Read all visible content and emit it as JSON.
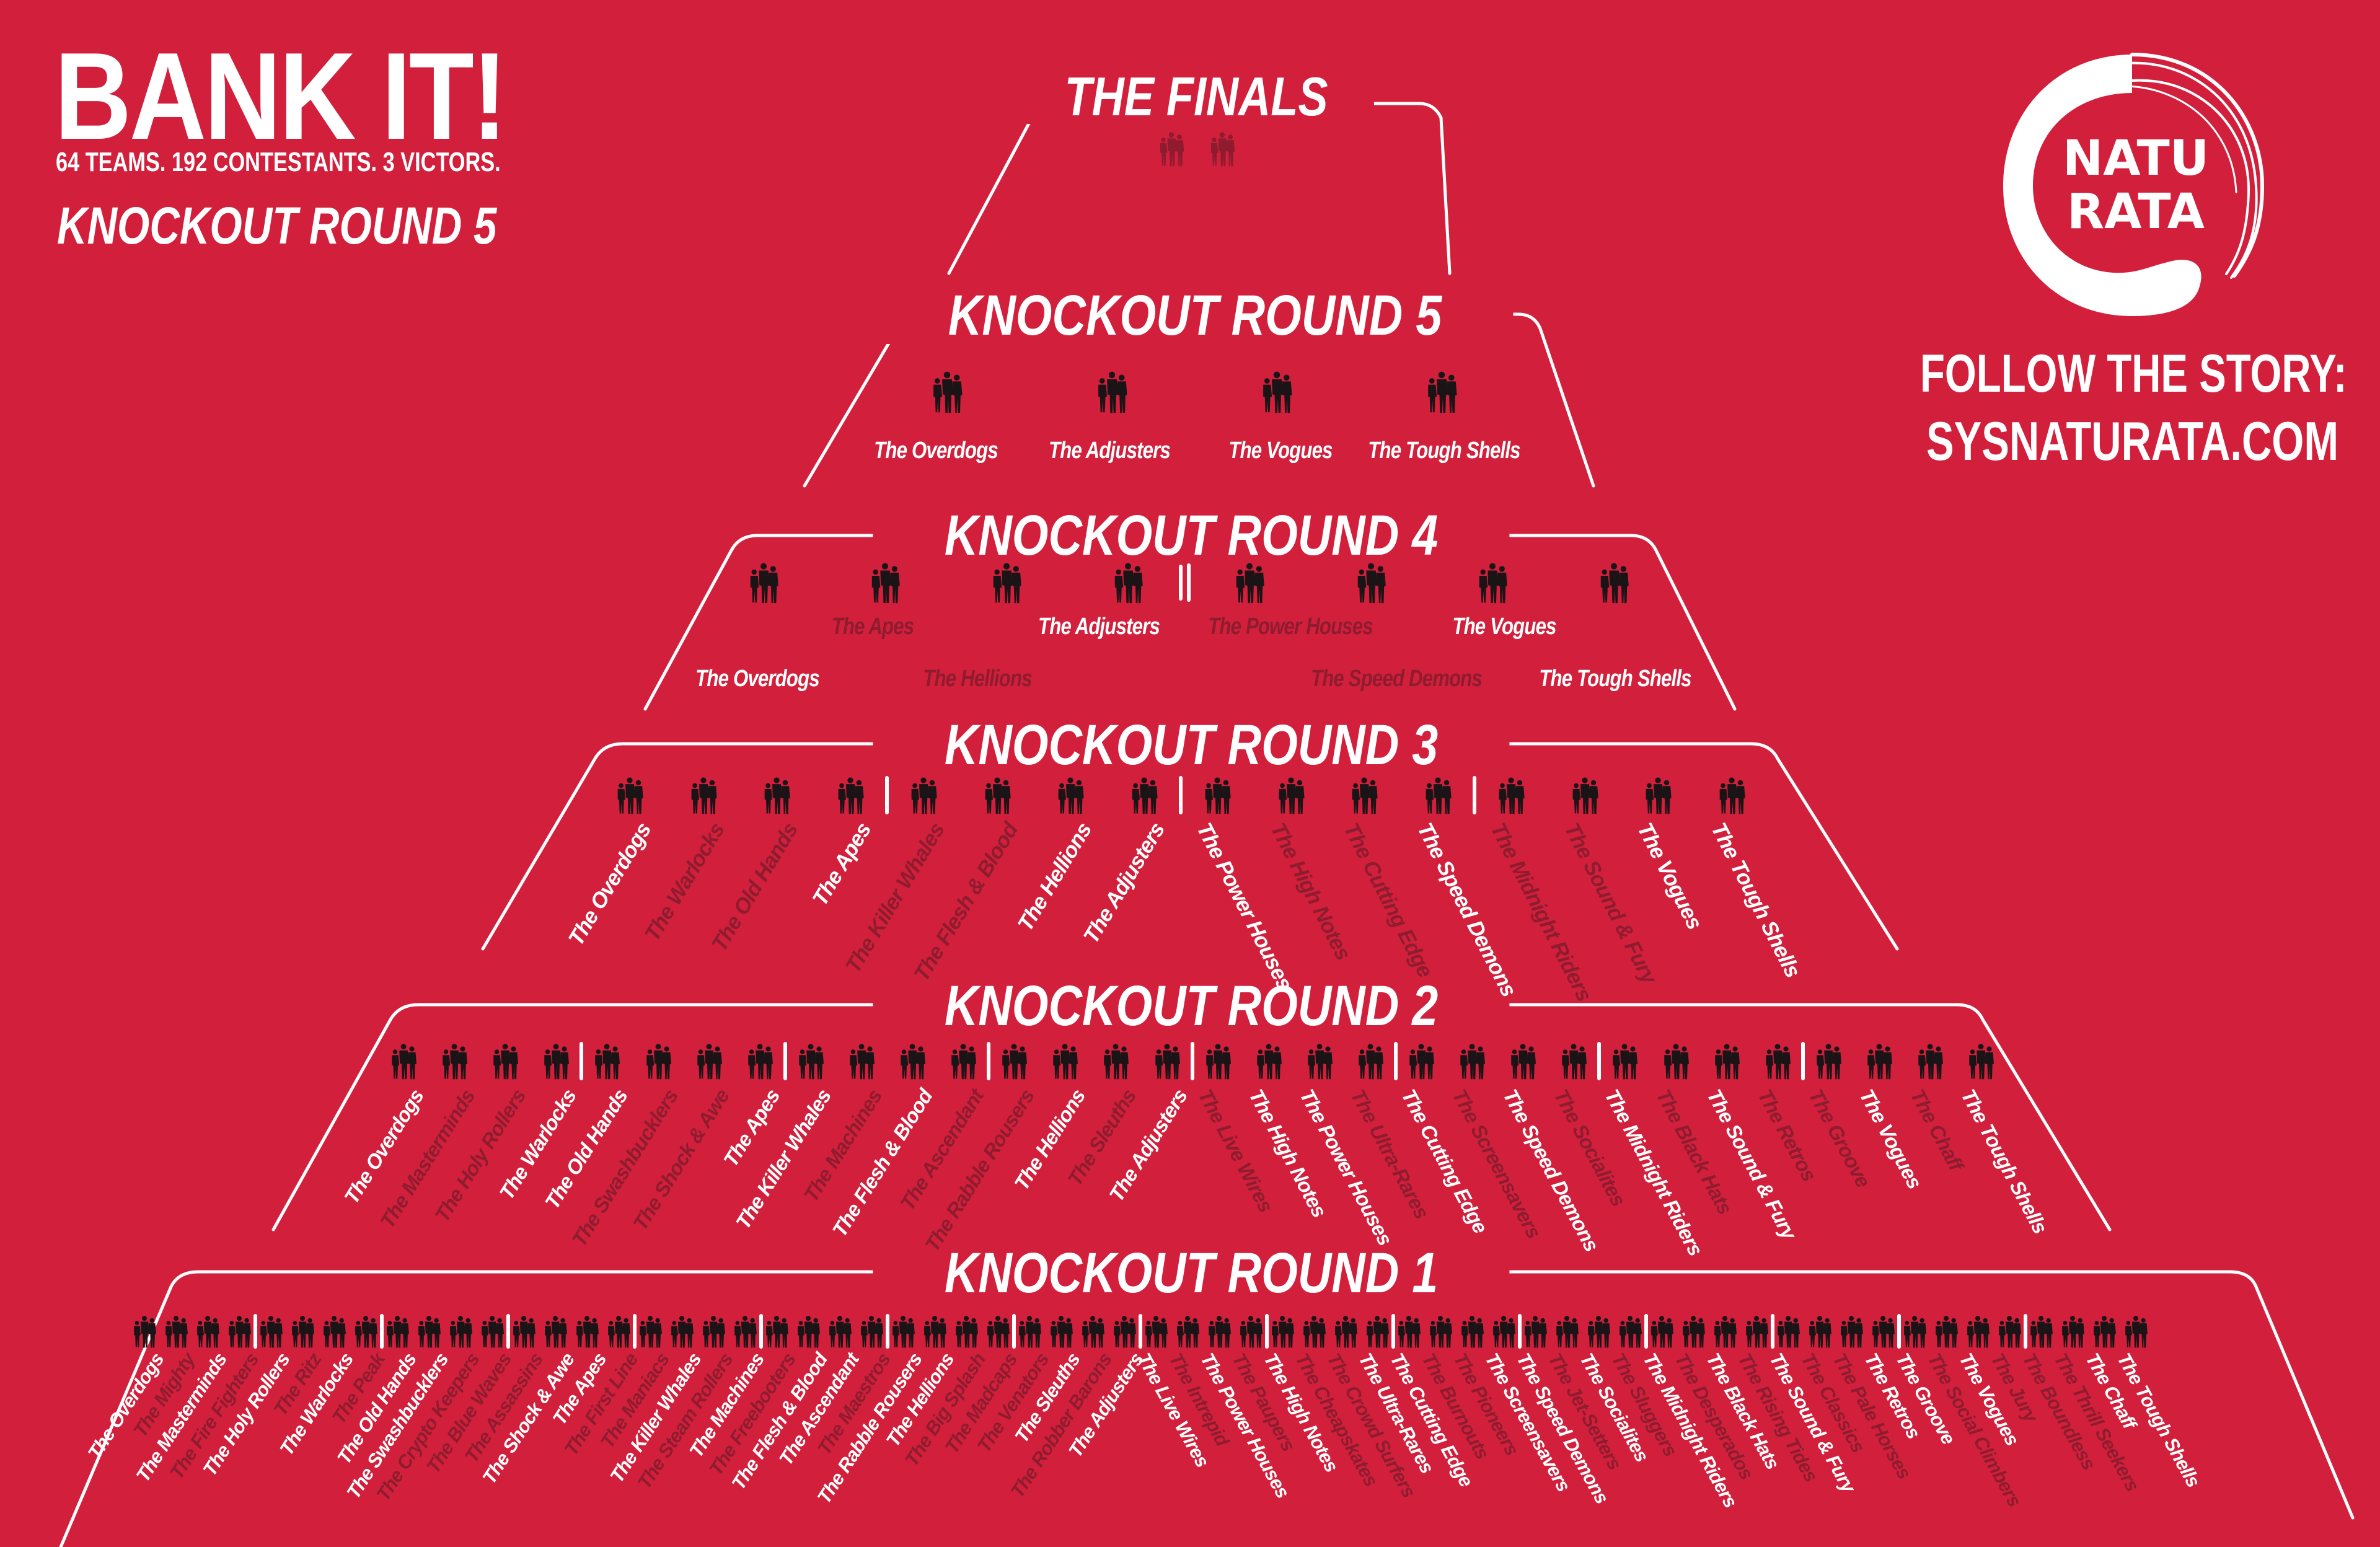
{
  "header": {
    "brand": "BANK IT!",
    "tagline": "64 TEAMS. 192 CONTESTANTS. 3 VICTORS.",
    "current_round": "KNOCKOUT ROUND 5"
  },
  "promo": {
    "logo_line1": "NATU",
    "logo_line2": "RATA",
    "follow": "FOLLOW THE STORY:",
    "site": "SYSNATURATA.COM"
  },
  "colors": {
    "background": "#d2203c",
    "eliminated": "#8f1b2f",
    "advancing": "#ffffff",
    "figures": "#1b1417"
  },
  "finals": {
    "title": "THE FINALS",
    "slots": 2
  },
  "rounds": [
    {
      "title": "KNOCKOUT ROUND 1",
      "teams": [
        {
          "name": "The Overdogs",
          "advanced": true
        },
        {
          "name": "The Mighty",
          "advanced": false
        },
        {
          "name": "The Masterminds",
          "advanced": true
        },
        {
          "name": "The Fire Fighters",
          "advanced": false
        },
        {
          "name": "The Holy Rollers",
          "advanced": true
        },
        {
          "name": "The Ritz",
          "advanced": false
        },
        {
          "name": "The Warlocks",
          "advanced": true
        },
        {
          "name": "The Peak",
          "advanced": false
        },
        {
          "name": "The Old Hands",
          "advanced": true
        },
        {
          "name": "The Swashbucklers",
          "advanced": true
        },
        {
          "name": "The Crypto Keepers",
          "advanced": false
        },
        {
          "name": "The Blue Waves",
          "advanced": false
        },
        {
          "name": "The Assassins",
          "advanced": false
        },
        {
          "name": "The Shock & Awe",
          "advanced": true
        },
        {
          "name": "The Apes",
          "advanced": true
        },
        {
          "name": "The First Line",
          "advanced": false
        },
        {
          "name": "The Maniacs",
          "advanced": false
        },
        {
          "name": "The Killer Whales",
          "advanced": true
        },
        {
          "name": "The Steam Rollers",
          "advanced": false
        },
        {
          "name": "The Machines",
          "advanced": true
        },
        {
          "name": "The Freebooters",
          "advanced": false
        },
        {
          "name": "The Flesh & Blood",
          "advanced": true
        },
        {
          "name": "The Ascendant",
          "advanced": true
        },
        {
          "name": "The Maestros",
          "advanced": false
        },
        {
          "name": "The Rabble Rousers",
          "advanced": true
        },
        {
          "name": "The Hellions",
          "advanced": true
        },
        {
          "name": "The Big Splash",
          "advanced": false
        },
        {
          "name": "The Madcaps",
          "advanced": false
        },
        {
          "name": "The Venators",
          "advanced": false
        },
        {
          "name": "The Sleuths",
          "advanced": true
        },
        {
          "name": "The Robber Barons",
          "advanced": false
        },
        {
          "name": "The Adjusters",
          "advanced": true
        },
        {
          "name": "The Live Wires",
          "advanced": true
        },
        {
          "name": "The Intrepid",
          "advanced": false
        },
        {
          "name": "The Power Houses",
          "advanced": true
        },
        {
          "name": "The Paupers",
          "advanced": false
        },
        {
          "name": "The High Notes",
          "advanced": true
        },
        {
          "name": "The Cheapskates",
          "advanced": false
        },
        {
          "name": "The Crowd Surfers",
          "advanced": false
        },
        {
          "name": "The Ultra-Rares",
          "advanced": true
        },
        {
          "name": "The Cutting Edge",
          "advanced": true
        },
        {
          "name": "The Burnouts",
          "advanced": false
        },
        {
          "name": "The Pioneers",
          "advanced": false
        },
        {
          "name": "The Screensavers",
          "advanced": true
        },
        {
          "name": "The Speed Demons",
          "advanced": true
        },
        {
          "name": "The Jet-Setters",
          "advanced": false
        },
        {
          "name": "The Socialites",
          "advanced": true
        },
        {
          "name": "The Sluggers",
          "advanced": false
        },
        {
          "name": "The Midnight Riders",
          "advanced": true
        },
        {
          "name": "The Desperados",
          "advanced": false
        },
        {
          "name": "The Black Hats",
          "advanced": true
        },
        {
          "name": "The Rising Tides",
          "advanced": false
        },
        {
          "name": "The Sound & Fury",
          "advanced": true
        },
        {
          "name": "The Classics",
          "advanced": false
        },
        {
          "name": "The Pale Horses",
          "advanced": false
        },
        {
          "name": "The Retros",
          "advanced": true
        },
        {
          "name": "The Groove",
          "advanced": true
        },
        {
          "name": "The Social Climbers",
          "advanced": false
        },
        {
          "name": "The Vogues",
          "advanced": true
        },
        {
          "name": "The Jury",
          "advanced": false
        },
        {
          "name": "The Boundless",
          "advanced": false
        },
        {
          "name": "The Thrill Seekers",
          "advanced": false
        },
        {
          "name": "The Chaff",
          "advanced": true
        },
        {
          "name": "The Tough Shells",
          "advanced": true
        }
      ]
    },
    {
      "title": "KNOCKOUT ROUND 2",
      "teams": [
        {
          "name": "The Overdogs",
          "advanced": true
        },
        {
          "name": "The Masterminds",
          "advanced": false
        },
        {
          "name": "The Holy Rollers",
          "advanced": false
        },
        {
          "name": "The Warlocks",
          "advanced": true
        },
        {
          "name": "The Old Hands",
          "advanced": true
        },
        {
          "name": "The Swashbucklers",
          "advanced": false
        },
        {
          "name": "The Shock & Awe",
          "advanced": false
        },
        {
          "name": "The Apes",
          "advanced": true
        },
        {
          "name": "The Killer Whales",
          "advanced": true
        },
        {
          "name": "The Machines",
          "advanced": false
        },
        {
          "name": "The Flesh & Blood",
          "advanced": true
        },
        {
          "name": "The Ascendant",
          "advanced": false
        },
        {
          "name": "The Rabble Rousers",
          "advanced": false
        },
        {
          "name": "The Hellions",
          "advanced": true
        },
        {
          "name": "The Sleuths",
          "advanced": false
        },
        {
          "name": "The Adjusters",
          "advanced": true
        },
        {
          "name": "The Live Wires",
          "advanced": false
        },
        {
          "name": "The High Notes",
          "advanced": true
        },
        {
          "name": "The Power Houses",
          "advanced": true
        },
        {
          "name": "The Ultra-Rares",
          "advanced": false
        },
        {
          "name": "The Cutting Edge",
          "advanced": true
        },
        {
          "name": "The Screensavers",
          "advanced": false
        },
        {
          "name": "The Speed Demons",
          "advanced": true
        },
        {
          "name": "The Socialites",
          "advanced": false
        },
        {
          "name": "The Midnight Riders",
          "advanced": true
        },
        {
          "name": "The Black Hats",
          "advanced": false
        },
        {
          "name": "The Sound & Fury",
          "advanced": true
        },
        {
          "name": "The Retros",
          "advanced": false
        },
        {
          "name": "The Groove",
          "advanced": false
        },
        {
          "name": "The Vogues",
          "advanced": true
        },
        {
          "name": "The Chaff",
          "advanced": false
        },
        {
          "name": "The Tough Shells",
          "advanced": true
        }
      ]
    },
    {
      "title": "KNOCKOUT ROUND 3",
      "teams": [
        {
          "name": "The Overdogs",
          "advanced": true
        },
        {
          "name": "The Warlocks",
          "advanced": false
        },
        {
          "name": "The Old Hands",
          "advanced": false
        },
        {
          "name": "The Apes",
          "advanced": true
        },
        {
          "name": "The Killer Whales",
          "advanced": false
        },
        {
          "name": "The Flesh & Blood",
          "advanced": false
        },
        {
          "name": "The Hellions",
          "advanced": true
        },
        {
          "name": "The Adjusters",
          "advanced": true
        },
        {
          "name": "The Power Houses",
          "advanced": true
        },
        {
          "name": "The High Notes",
          "advanced": false
        },
        {
          "name": "The Cutting Edge",
          "advanced": false
        },
        {
          "name": "The Speed Demons",
          "advanced": true
        },
        {
          "name": "The Midnight Riders",
          "advanced": false
        },
        {
          "name": "The Sound & Fury",
          "advanced": false
        },
        {
          "name": "The Vogues",
          "advanced": true
        },
        {
          "name": "The Tough Shells",
          "advanced": true
        }
      ]
    },
    {
      "title": "KNOCKOUT ROUND 4",
      "teams": [
        {
          "name": "The Overdogs",
          "advanced": true
        },
        {
          "name": "The Apes",
          "advanced": false
        },
        {
          "name": "The Hellions",
          "advanced": false
        },
        {
          "name": "The Adjusters",
          "advanced": true
        },
        {
          "name": "The Power Houses",
          "advanced": false
        },
        {
          "name": "The Speed Demons",
          "advanced": false
        },
        {
          "name": "The Vogues",
          "advanced": true
        },
        {
          "name": "The Tough Shells",
          "advanced": true
        }
      ]
    },
    {
      "title": "KNOCKOUT ROUND 5",
      "teams": [
        {
          "name": "The Overdogs",
          "advanced": true
        },
        {
          "name": "The Adjusters",
          "advanced": true
        },
        {
          "name": "The Vogues",
          "advanced": true
        },
        {
          "name": "The Tough Shells",
          "advanced": true
        }
      ]
    }
  ]
}
